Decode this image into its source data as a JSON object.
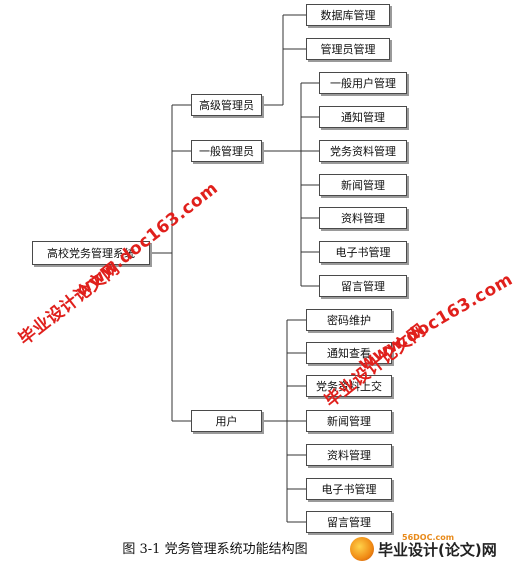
{
  "diagram": {
    "root": "高校党务管理系统",
    "groups": [
      {
        "name": "高级管理员",
        "children": [
          "数据库管理",
          "管理员管理"
        ]
      },
      {
        "name": "一般管理员",
        "children": [
          "一般用户管理",
          "通知管理",
          "党务资料管理",
          "新闻管理",
          "资料管理",
          "电子书管理",
          "留言管理"
        ]
      },
      {
        "name": "用户",
        "children": [
          "密码维护",
          "通知查看",
          "党务资料上交",
          "新闻管理",
          "资料管理",
          "电子书管理",
          "留言管理"
        ]
      }
    ]
  },
  "caption": "图 3-1    党务管理系统功能结构图",
  "watermarks": {
    "site": "www.doc163.com",
    "brand": "毕业设计论文网"
  },
  "logo": {
    "site": "56DOC.com",
    "text": "毕业设计(论文)网"
  },
  "colors": {
    "watermark": "#e0201c",
    "box_border": "#4a4a4a",
    "line": "#333333"
  }
}
